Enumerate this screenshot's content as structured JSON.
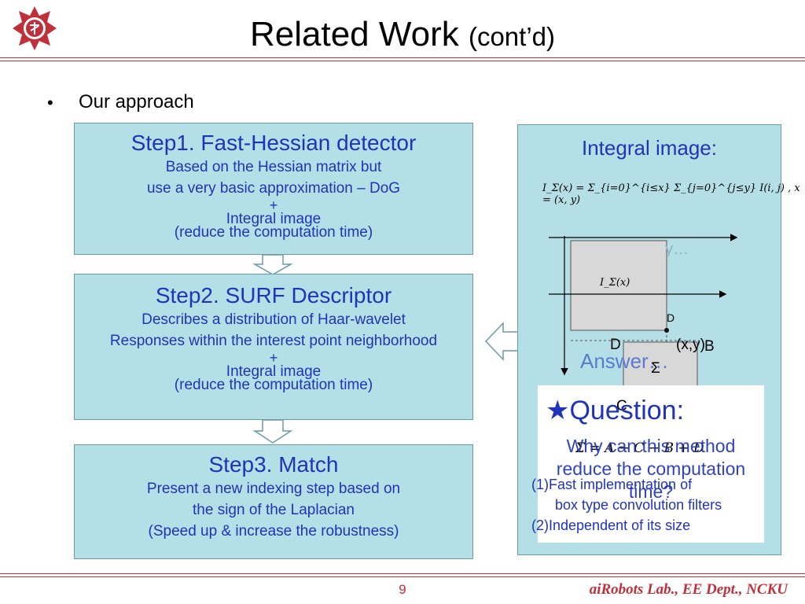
{
  "header": {
    "title": "Related Work",
    "title_suffix": "(cont’d)",
    "logo_icon": "university-emblem-icon"
  },
  "bullet": {
    "text": "Our approach"
  },
  "steps": [
    {
      "heading": "Step1. Fast-Hessian detector",
      "lines": [
        "Based on the Hessian matrix but",
        "use a very basic approximation – DoG"
      ],
      "plus": "+",
      "extra": [
        "Integral image",
        "(reduce the computation time)"
      ]
    },
    {
      "heading": "Step2. SURF Descriptor",
      "lines": [
        "Describes a distribution of Haar-wavelet",
        "Responses within the interest point neighborhood"
      ],
      "plus": "+",
      "extra": [
        "Integral image",
        "(reduce the computation time)"
      ]
    },
    {
      "heading": "Step3. Match",
      "lines": [
        "Present a new indexing step based on",
        "the sign of the Laplacian",
        "(Speed up & increase the robustness)"
      ]
    }
  ],
  "panel": {
    "title": "Integral image:",
    "formula": "I_Σ(x) = Σ_{i=0}^{i≤x} Σ_{j=0}^{j≤y} I(i, j) , x = (x, y)",
    "diagram": {
      "region_label": "I_Σ(x)",
      "point_label": "(x,y)",
      "labels": [
        "D",
        "B",
        "C",
        "A",
        "Σ",
        "D"
      ],
      "sum_formula": "Σ = A − C − B + D",
      "faded_question": "y…",
      "answer": "Answer…"
    },
    "question": {
      "star": "★",
      "title": "Question:",
      "text": "Why can this method reduce the computation time?"
    },
    "answers": [
      "(1)Fast implementation of",
      "box type convolution filters",
      "(2)Independent of its size"
    ]
  },
  "footer": {
    "page_number": "9",
    "lab": "aiRobots Lab., EE Dept., NCKU"
  },
  "colors": {
    "box_fill": "#b4dfe6",
    "text_blue": "#1f34b8",
    "accent_red": "#c0303a"
  }
}
